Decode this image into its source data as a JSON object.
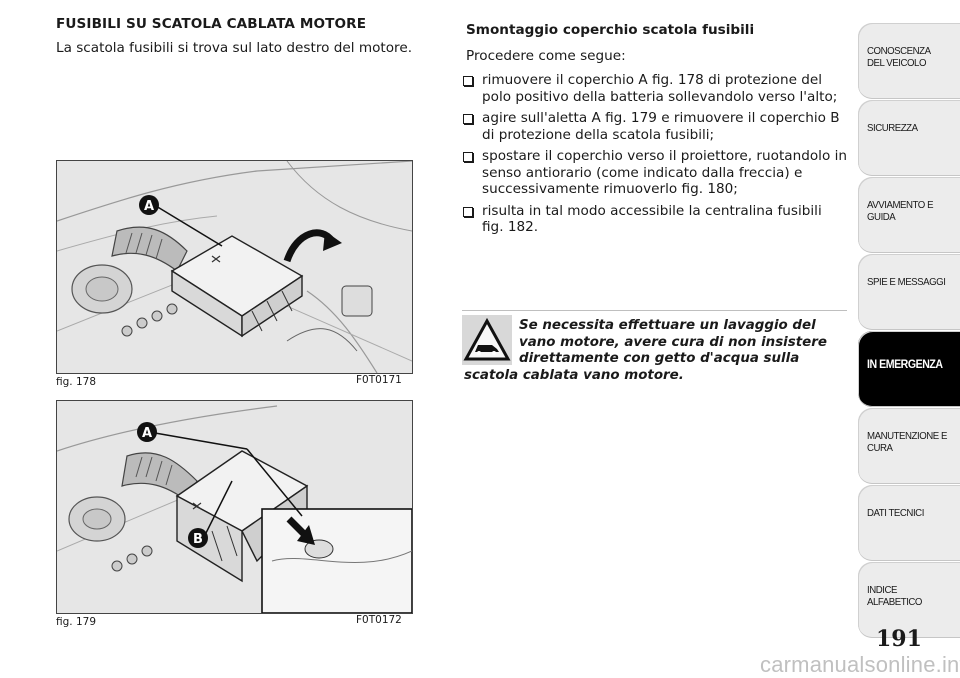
{
  "left": {
    "title": "FUSIBILI SU SCATOLA CABLATA MOTORE",
    "text": "La scatola fusibili si trova sul lato destro del motore.",
    "figures": [
      {
        "caption": "fig. 178",
        "code": "F0T0171",
        "labels": [
          "A"
        ]
      },
      {
        "caption": "fig. 179",
        "code": "F0T0172",
        "labels": [
          "A",
          "B"
        ]
      }
    ]
  },
  "right": {
    "title": "Smontaggio coperchio scatola fusibili",
    "intro": "Procedere come segue:",
    "steps": [
      "rimuovere il coperchio A fig. 178 di protezione del polo positivo della batteria sollevandolo verso l'alto;",
      "agire sull'aletta A fig. 179 e rimuovere il coperchio B di protezione della scatola fusibili;",
      "spostare il coperchio verso il proiettore, ruotandolo in senso antiorario (come indicato dalla freccia) e successivamente rimuoverlo fig. 180;",
      "risulta in tal modo accessibile la centralina fusibili fig. 182."
    ],
    "warning_lines": [
      "Se necessita effettuare un lavaggio del",
      "vano motore, avere cura di non insistere",
      "direttamente con getto d'acqua sulla",
      "scatola cablata vano motore."
    ]
  },
  "tabs": [
    {
      "label": "CONOSCENZA DEL VEICOLO",
      "active": false
    },
    {
      "label": "SICUREZZA",
      "active": false
    },
    {
      "label": "AVVIAMENTO E GUIDA",
      "active": false
    },
    {
      "label": "SPIE E MESSAGGI",
      "active": false
    },
    {
      "label": "IN EMERGENZA",
      "active": true
    },
    {
      "label": "MANUTENZIONE E CURA",
      "active": false
    },
    {
      "label": "DATI TECNICI",
      "active": false
    },
    {
      "label": "INDICE ALFABETICO",
      "active": false
    }
  ],
  "page_number": "191",
  "watermark": "carmanualsonline.info"
}
